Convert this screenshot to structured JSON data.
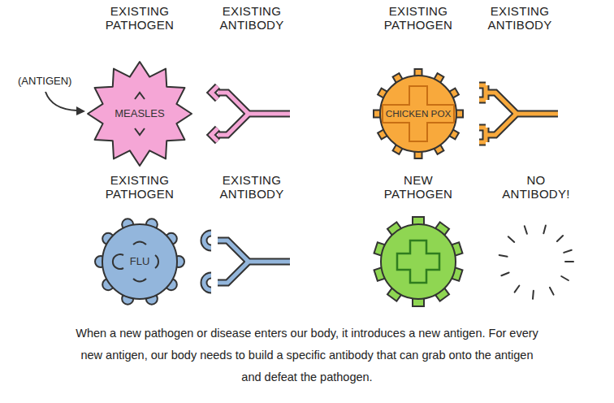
{
  "diagram": {
    "caption": "When a new pathogen or disease enters our body, it introduces a new antigen. For every new antigen, our body needs to build a specific antibody that can grab onto the antigen and defeat the pathogen.",
    "nodes": [
      {
        "text": [
          "EXISTING PATHOGEN",
          "MEASLES"
        ]
      },
      {
        "text": [
          "EXISTING ANTIBODY"
        ]
      },
      {
        "text": [
          "EXISTING PATHOGEN",
          "CHICKEN POX"
        ]
      },
      {
        "text": [
          "EXISTING ANTIBODY"
        ]
      },
      {
        "text": [
          "EXISTING PATHOGEN",
          "FLU"
        ]
      },
      {
        "text": [
          "EXISTING ANTIBODY"
        ]
      },
      {
        "text": [
          "NEW PATHOGEN"
        ]
      },
      {
        "text": [
          "NO ANTIBODY!"
        ]
      }
    ],
    "labels": [
      "(ANTIGEN)"
    ]
  }
}
